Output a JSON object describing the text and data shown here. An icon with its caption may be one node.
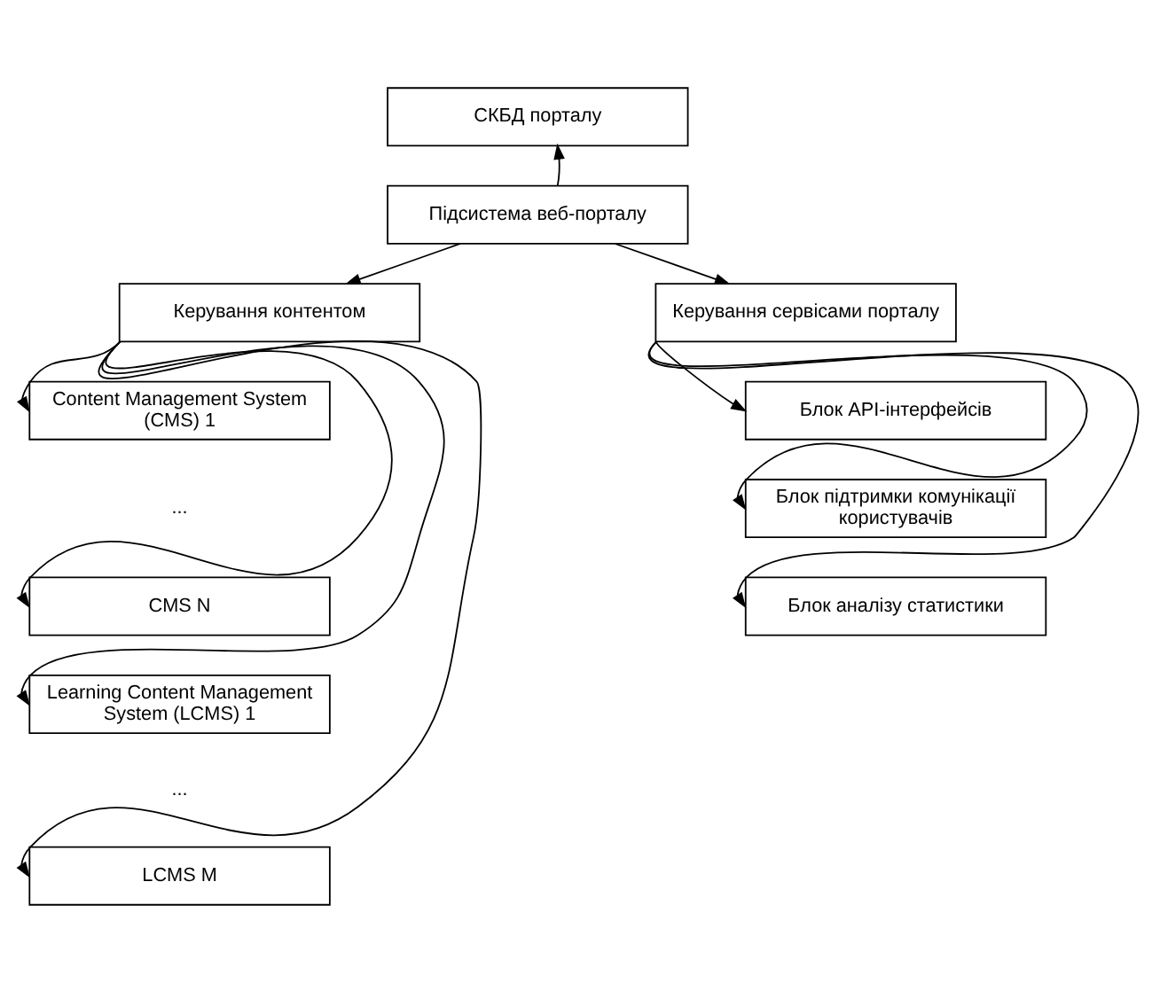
{
  "diagram": {
    "nodes": [
      {
        "text": [
          "СКБД порталу"
        ]
      },
      {
        "text": [
          "Підсистема веб-порталу"
        ]
      },
      {
        "text": [
          "Керування контентом"
        ]
      },
      {
        "text": [
          "Керування сервісами порталу"
        ]
      },
      {
        "text": [
          "Content Management System (CMS) 1"
        ]
      },
      {
        "text": [
          "CMS N"
        ]
      },
      {
        "text": [
          "Learning Content Management System (LCMS) 1"
        ]
      },
      {
        "text": [
          "LCMS M"
        ]
      },
      {
        "text": [
          "Блок API-інтерфейсів"
        ]
      },
      {
        "text": [
          "Блок підтримки комунікації користувачів"
        ]
      },
      {
        "text": [
          "Блок аналізу статистики"
        ]
      }
    ],
    "edges": [
      {
        "from": 1,
        "to": 0,
        "arrow": "to"
      },
      {
        "from": 1,
        "to": 2,
        "arrow": "to"
      },
      {
        "from": 1,
        "to": 3,
        "arrow": "to"
      },
      {
        "from": 2,
        "to": 4,
        "arrow": "to"
      },
      {
        "from": 2,
        "to": 5,
        "arrow": "to"
      },
      {
        "from": 2,
        "to": 6,
        "arrow": "to"
      },
      {
        "from": 2,
        "to": 7,
        "arrow": "to"
      },
      {
        "from": 3,
        "to": 8,
        "arrow": "to"
      },
      {
        "from": 3,
        "to": 9,
        "arrow": "to"
      },
      {
        "from": 3,
        "to": 10,
        "arrow": "to"
      }
    ],
    "labels": [
      "...",
      "..."
    ]
  }
}
